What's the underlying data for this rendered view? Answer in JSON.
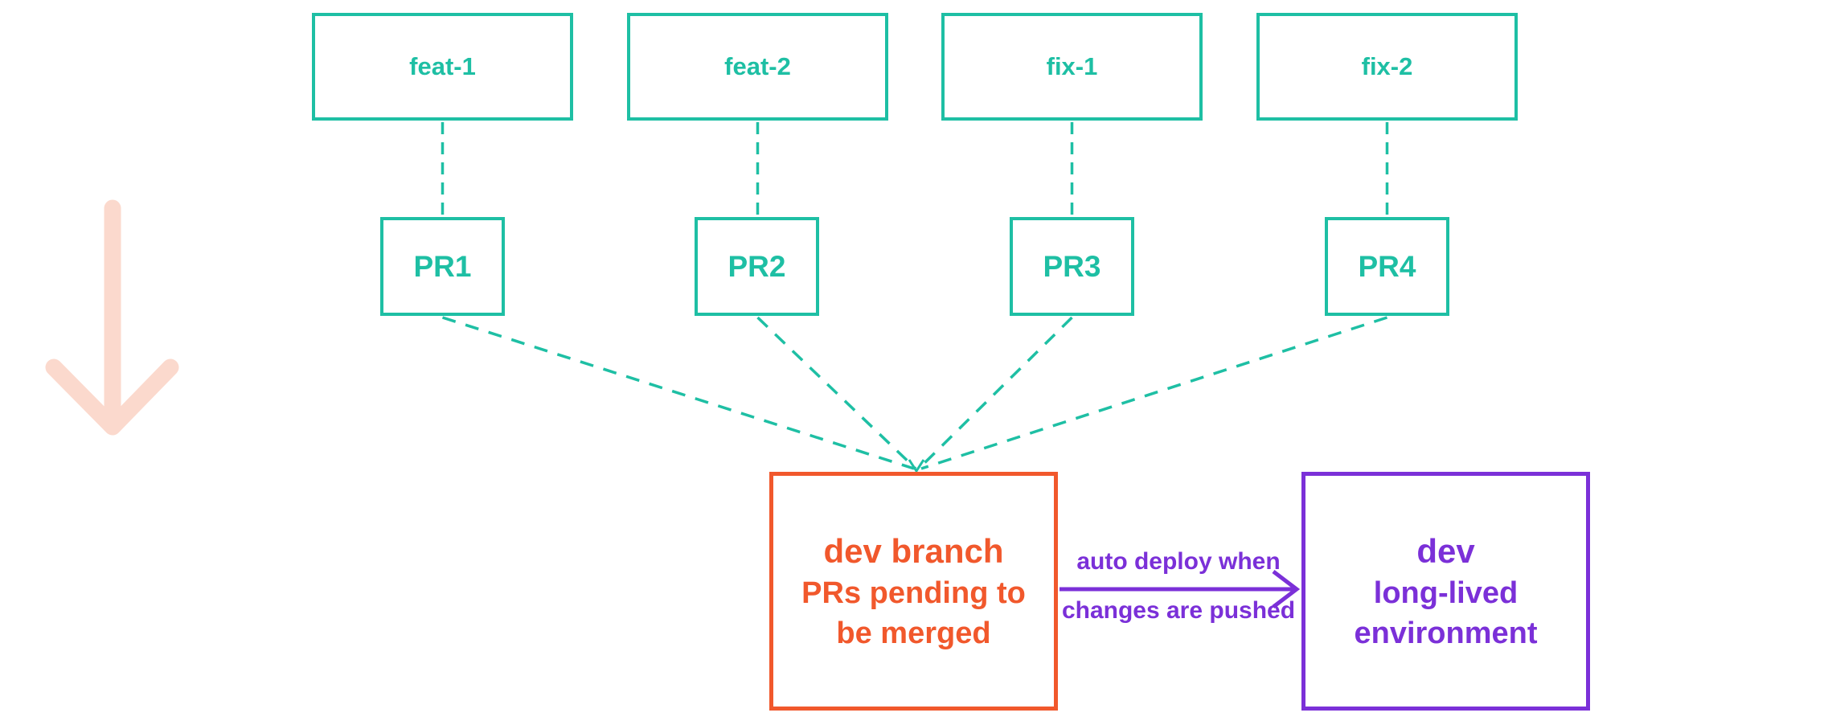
{
  "colors": {
    "teal": "#1ebfa4",
    "orange": "#f1582c",
    "purple": "#7b30d8",
    "pink": "#fbd9cd"
  },
  "feature_branches": [
    {
      "label": "feat-1"
    },
    {
      "label": "feat-2"
    },
    {
      "label": "fix-1"
    },
    {
      "label": "fix-2"
    }
  ],
  "pull_requests": [
    {
      "label": "PR1"
    },
    {
      "label": "PR2"
    },
    {
      "label": "PR3"
    },
    {
      "label": "PR4"
    }
  ],
  "dev_branch": {
    "name": "dev",
    "name_suffix": " branch",
    "desc_line1": "PRs pending to",
    "desc_line2": "be merged"
  },
  "deploy_label": {
    "line1": "auto deploy when",
    "line2": "changes are pushed"
  },
  "dev_environment": {
    "name": "dev",
    "desc_line1": "long-lived",
    "desc_line2": "environment"
  }
}
